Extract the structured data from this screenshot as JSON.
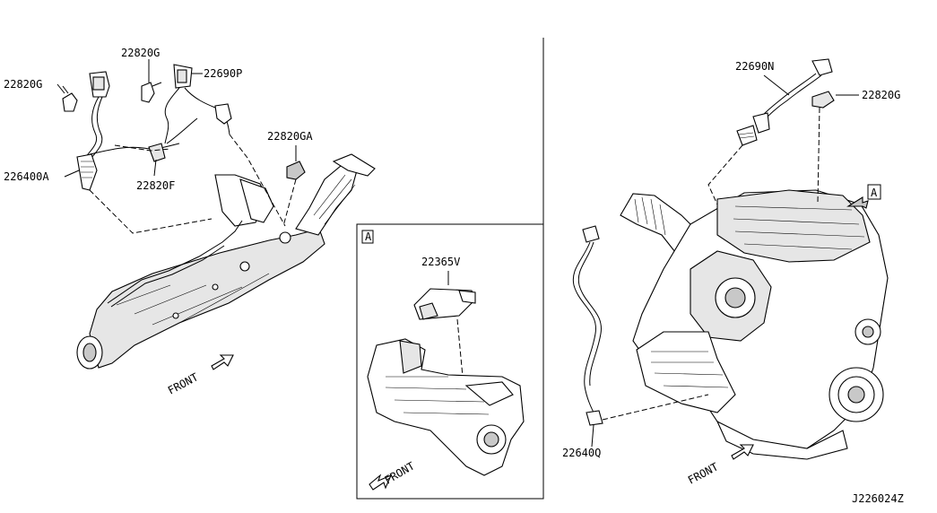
{
  "left_panel": {
    "labels": {
      "sensor_a": "22820G",
      "sensor_b": "22820G",
      "sensor_c": "22690P",
      "sensor_d": "22820GA",
      "sensor_e": "226400A",
      "sensor_f": "22820F"
    },
    "front": "FRONT"
  },
  "inset_panel": {
    "tag": "A",
    "label": "22365V",
    "front": "FRONT"
  },
  "right_panel": {
    "labels": {
      "sensor_n": "22690N",
      "sensor_g": "22820G",
      "sensor_q": "22640Q"
    },
    "callout": "A",
    "front": "FRONT"
  },
  "figure_id": "J226024Z"
}
